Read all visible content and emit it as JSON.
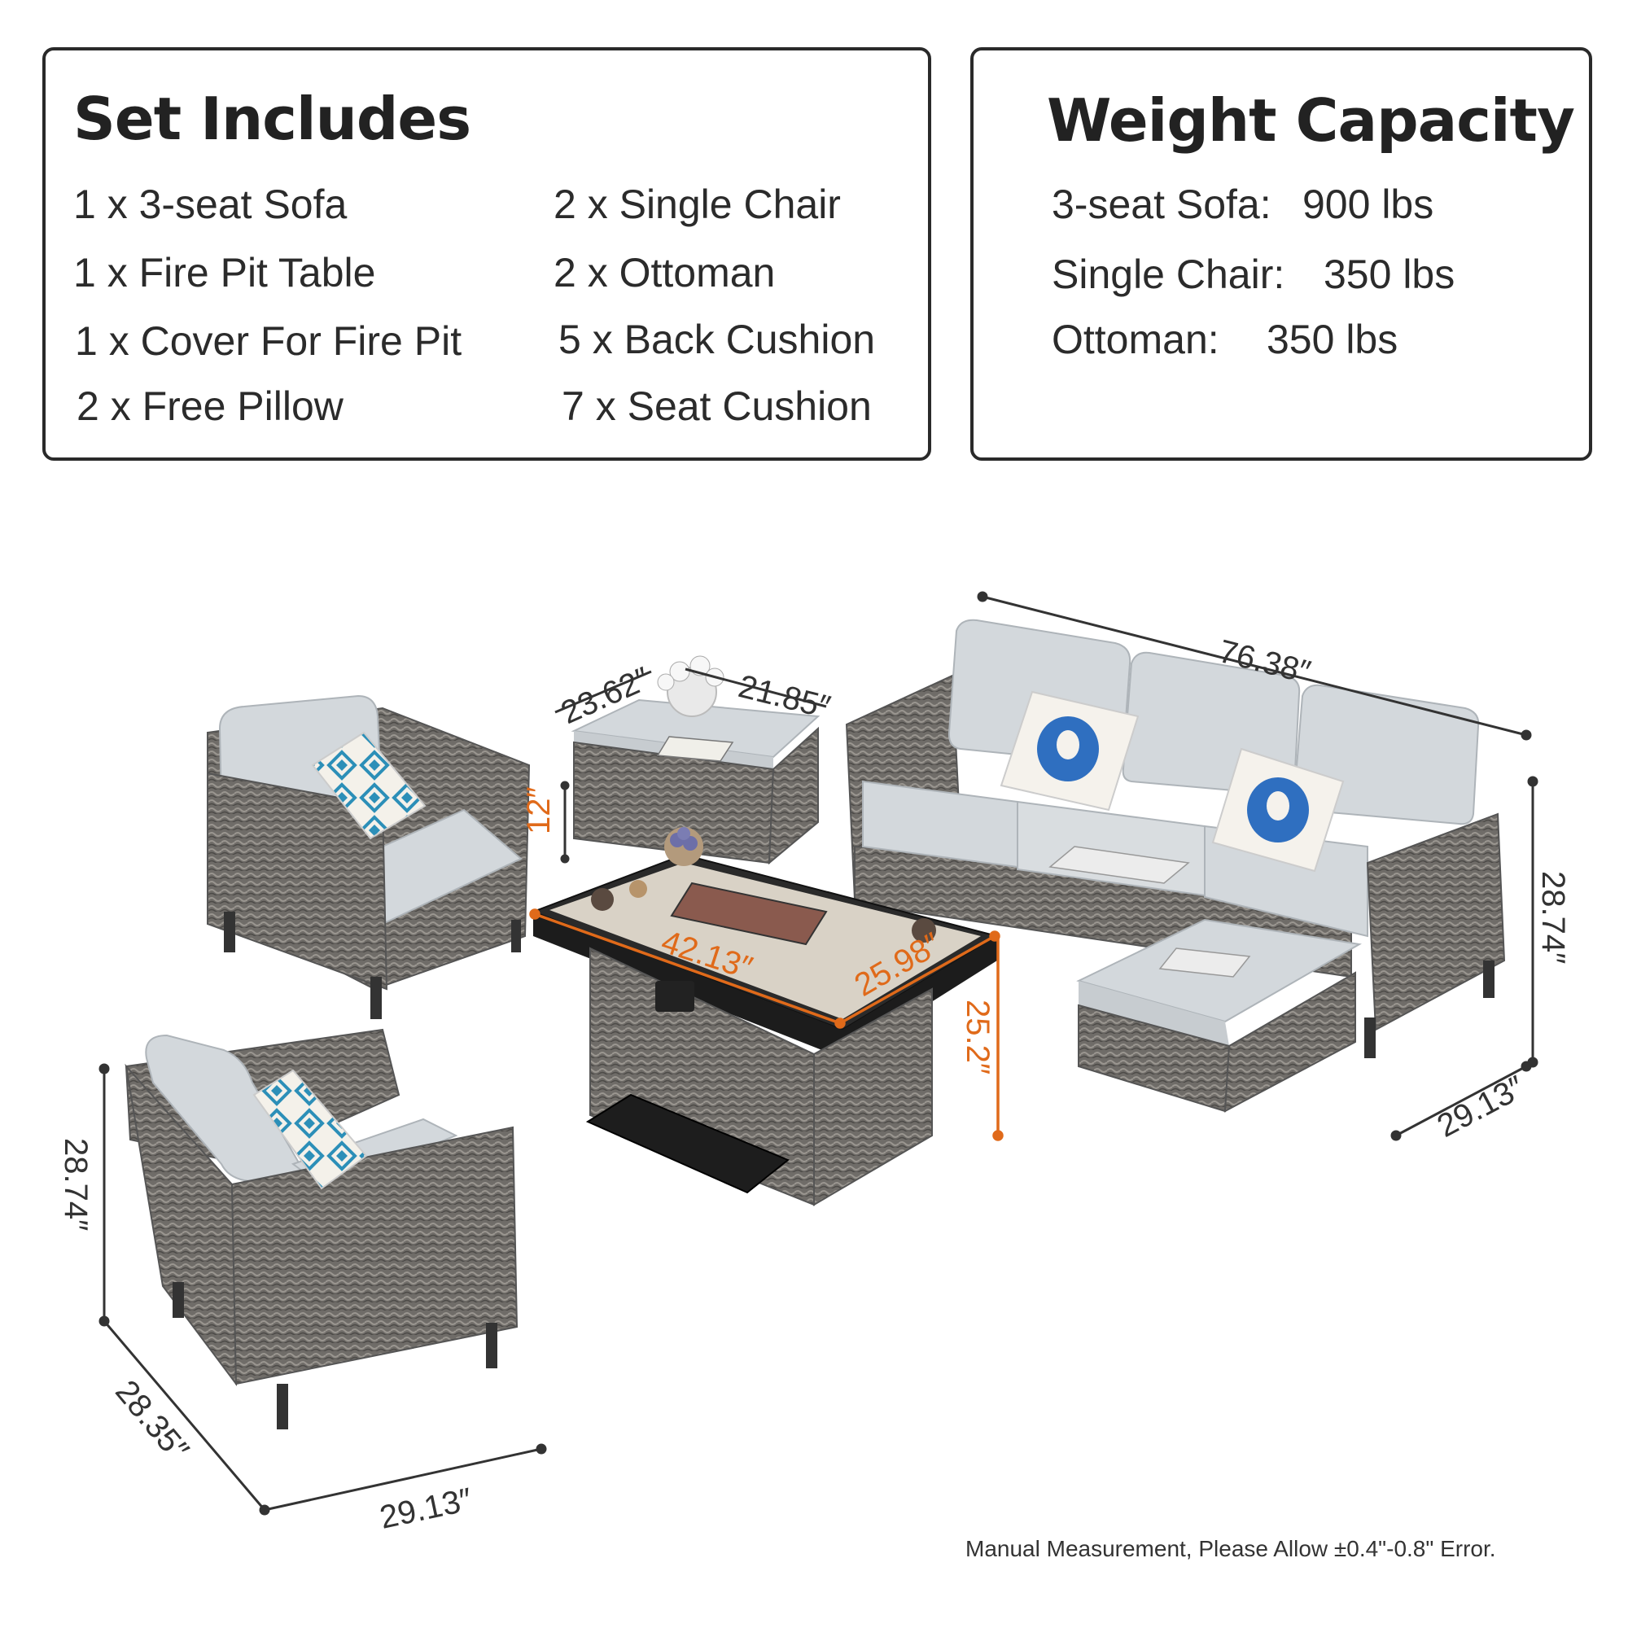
{
  "set_includes": {
    "title": "Set Includes",
    "left_items": [
      "1 x 3-seat Sofa",
      "1 x Fire Pit Table",
      "1 x Cover For Fire Pit",
      "2 x Free Pillow"
    ],
    "right_items": [
      "2 x Single Chair",
      "2 x Ottoman",
      "5 x Back Cushion",
      "7 x Seat Cushion"
    ]
  },
  "weight_capacity": {
    "title": "Weight Capacity",
    "rows": [
      {
        "label": "3-seat Sofa:",
        "value": "900 lbs"
      },
      {
        "label": "Single Chair:",
        "value": "350 lbs"
      },
      {
        "label": "Ottoman:",
        "value": "350 lbs"
      }
    ]
  },
  "dimensions": {
    "sofa_length": "76.38″",
    "sofa_height": "28.74″",
    "sofa_depth": "29.13″",
    "ottoman_depth": "23.62″",
    "ottoman_width": "21.85″",
    "ottoman_height": "12″",
    "table_length": "42.13″",
    "table_width": "25.98″",
    "table_height": "25.2″",
    "chair_height": "28.74″",
    "chair_depth": "28.35″",
    "chair_width": "29.13″"
  },
  "note": "Manual Measurement, Please Allow ±0.4\"-0.8\" Error.",
  "colors": {
    "wicker": "#6d6a66",
    "cushion": "#d3d8dc",
    "accent_dimension": "#e06a1a",
    "pillow_blue": "#2f6fc0"
  }
}
